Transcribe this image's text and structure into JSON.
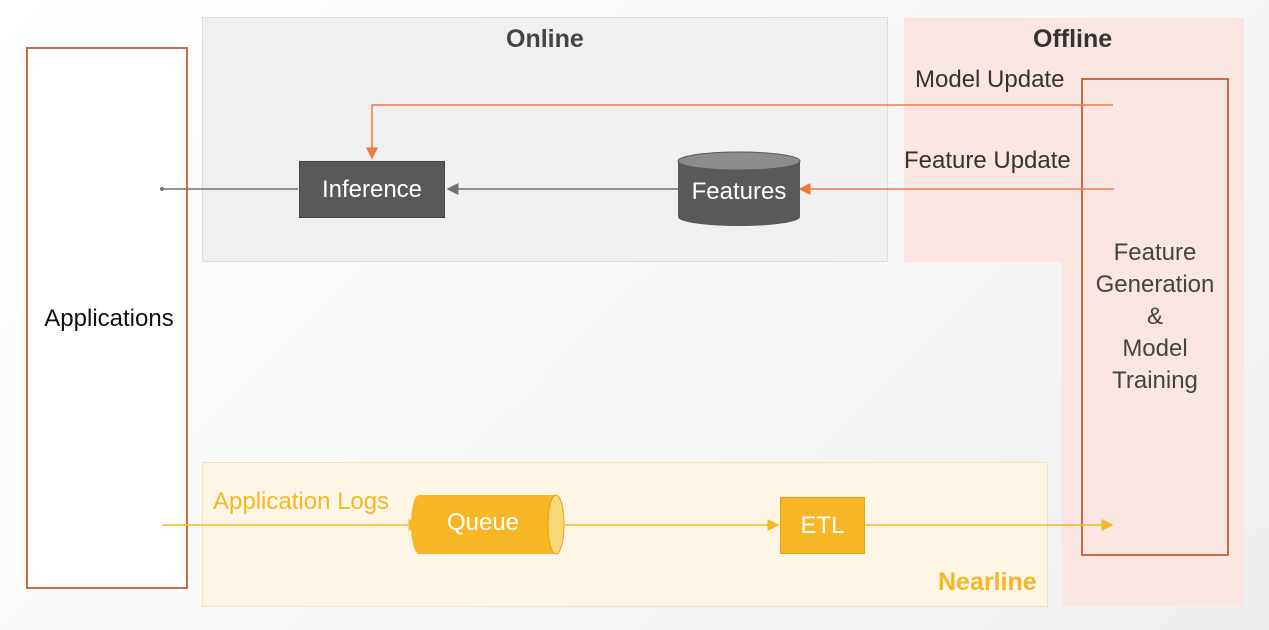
{
  "regions": {
    "online": "Online",
    "offline": "Offline",
    "nearline": "Nearline"
  },
  "nodes": {
    "applications": "Applications",
    "inference": "Inference",
    "features": "Features",
    "queue": "Queue",
    "etl": "ETL",
    "feature_generation_model_training": "Feature\nGeneration\n&\nModel\nTraining"
  },
  "edges": {
    "model_update": "Model Update",
    "feature_update": "Feature Update",
    "application_logs": "Application Logs"
  },
  "colors": {
    "online_bg": "#f0f0f0",
    "offline_bg": "#f9e6e2",
    "nearline_bg": "#fdf6e6",
    "offline_arrow": "#f07a3e",
    "nearline_arrow": "#f6b626",
    "online_arrow": "#707070",
    "dark_node": "#595959",
    "orange_node": "#f6b626",
    "nearline_text": "#f6b626"
  }
}
